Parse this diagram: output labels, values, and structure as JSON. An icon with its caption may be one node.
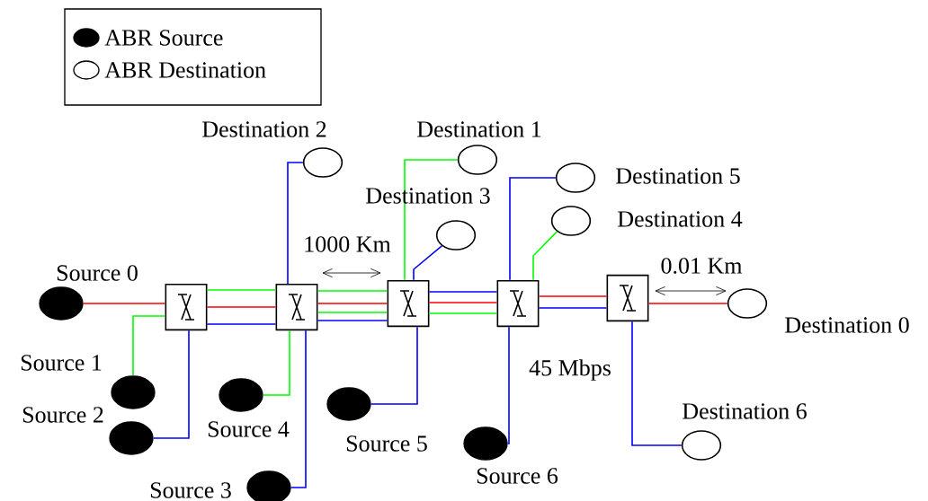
{
  "diagram": {
    "nodes": [
      {
        "text": [],
        "shape": "circle",
        "beside": [
          "Destination 2"
        ]
      },
      {
        "text": [],
        "shape": "circle",
        "beside": [
          "Destination 1"
        ]
      },
      {
        "text": [],
        "shape": "circle",
        "beside": [
          "Destination 3"
        ]
      },
      {
        "text": [],
        "shape": "circle",
        "beside": [
          "Destination 5"
        ]
      },
      {
        "text": [],
        "shape": "circle",
        "beside": [
          "Destination 4"
        ]
      },
      {
        "text": [],
        "shape": "dot",
        "beside": [
          "Source 0"
        ]
      },
      {
        "text": [],
        "shape": "box"
      },
      {
        "text": [],
        "shape": "box"
      },
      {
        "text": [],
        "shape": "box"
      },
      {
        "text": [],
        "shape": "box"
      },
      {
        "text": [],
        "shape": "box"
      },
      {
        "text": [],
        "shape": "circle",
        "beside": [
          "Destination 0"
        ]
      },
      {
        "text": [],
        "shape": "dot",
        "beside": [
          "Source 1"
        ]
      },
      {
        "text": [],
        "shape": "dot",
        "beside": [
          "Source 4"
        ]
      },
      {
        "text": [],
        "shape": "dot",
        "beside": [
          "Source 5"
        ]
      },
      {
        "text": [],
        "shape": "dot",
        "beside": [
          "Source 2"
        ]
      },
      {
        "text": [],
        "shape": "dot",
        "beside": [
          "Source 6"
        ]
      },
      {
        "text": [],
        "shape": "circle",
        "beside": [
          "Destination 6"
        ]
      },
      {
        "text": [],
        "shape": "dot",
        "beside": [
          "Source 3"
        ]
      }
    ],
    "edges": [
      {
        "from": 5,
        "to": 6,
        "arrow": "none",
        "color": "#ff0000"
      },
      {
        "from": 6,
        "to": 7,
        "arrow": "none",
        "color": "#00ff00"
      },
      {
        "from": 6,
        "to": 7,
        "arrow": "none",
        "color": "#ff0000"
      },
      {
        "from": 6,
        "to": 7,
        "arrow": "none"
      },
      {
        "from": 7,
        "to": 8,
        "arrow": "none",
        "color": "#00ff00"
      },
      {
        "from": 7,
        "to": 8,
        "arrow": "none",
        "color": "#ff0000"
      },
      {
        "from": 7,
        "to": 8,
        "arrow": "none",
        "color": "#00ff00"
      },
      {
        "from": 7,
        "to": 8,
        "arrow": "none"
      },
      {
        "from": 8,
        "to": 9,
        "arrow": "none"
      },
      {
        "from": 8,
        "to": 9,
        "arrow": "none",
        "color": "#ff0000"
      },
      {
        "from": 8,
        "to": 9,
        "arrow": "none",
        "color": "#00ff00"
      },
      {
        "from": 9,
        "to": 10,
        "arrow": "none",
        "color": "#ff0000"
      },
      {
        "from": 9,
        "to": 10,
        "arrow": "none"
      },
      {
        "from": 10,
        "to": 11,
        "arrow": "none",
        "color": "#ff0000"
      },
      {
        "from": 12,
        "to": 6,
        "arrow": "none",
        "color": "#00ff00"
      },
      {
        "from": 15,
        "to": 6,
        "arrow": "none"
      },
      {
        "from": 13,
        "to": 7,
        "arrow": "none",
        "color": "#00ff00"
      },
      {
        "from": 18,
        "to": 7,
        "arrow": "none"
      },
      {
        "from": 14,
        "to": 8,
        "arrow": "none"
      },
      {
        "from": 16,
        "to": 9,
        "arrow": "none"
      },
      {
        "from": 7,
        "to": 0,
        "arrow": "none"
      },
      {
        "from": 8,
        "to": 1,
        "arrow": "none",
        "color": "#00ff00"
      },
      {
        "from": 8,
        "to": 2,
        "arrow": "none"
      },
      {
        "from": 9,
        "to": 3,
        "arrow": "none"
      },
      {
        "from": 9,
        "to": 4,
        "arrow": "none",
        "color": "#00ff00"
      },
      {
        "from": 10,
        "to": 17,
        "arrow": "none"
      }
    ],
    "labels": [
      "1000 Km",
      "0.01 Km",
      "45 Mbps"
    ],
    "legend": [
      {
        "text": "ABR Source"
      },
      {
        "text": "ABR Destination"
      }
    ]
  }
}
